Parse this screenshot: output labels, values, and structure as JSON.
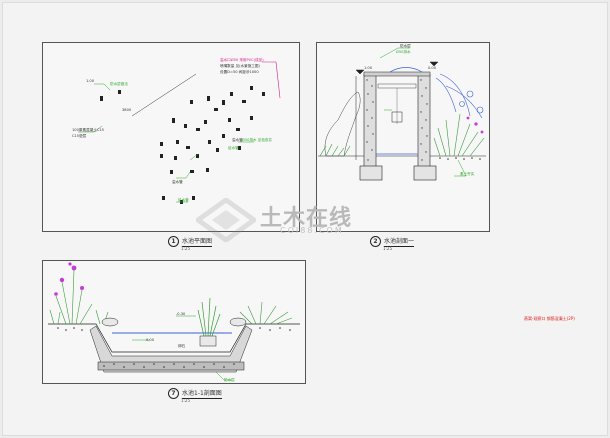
{
  "drawings": {
    "plan": {
      "number": "1",
      "title": "水池平面图",
      "scale": "1:25"
    },
    "section_a": {
      "number": "2",
      "title": "水池剖面一",
      "scale": "1:25"
    },
    "section_b": {
      "number": "7",
      "title": "水池1-1剖面图",
      "scale": "1:25"
    }
  },
  "plan_notes": {
    "top_right_1": "溢水口Ø50 采用PVC(成品)",
    "top_right_2": "喷嘴数量 见(水景施工图)",
    "top_right_3": "设置D=50 间距@1000",
    "left_1": "1.00",
    "left_2": "防水层做法",
    "left_3": "100厚素混凝土C15",
    "left_4": "C15垫层",
    "center_1": "3800",
    "mid_1": "溢水管",
    "mid_2": "给水管",
    "mid_3": "Ø50排水 至检查井",
    "bottom_1": "溢水管",
    "bottom_2": "给水管"
  },
  "section_a_notes": {
    "n1": "防水层",
    "n2": "Ø50排水",
    "n3": "1.00",
    "n4": "0.00",
    "n5": "素土夯实"
  },
  "section_b_notes": {
    "n1": "-0.30",
    "n2": "0.00",
    "n3": "卵石",
    "n4": "防水层"
  },
  "side_note": "燕窝-观察口  钢筋混凝土(2P)",
  "watermark": {
    "text": "土木在线",
    "url": "COI88.COM"
  },
  "colors": {
    "line": "#222222",
    "note_green": "#2ea82e",
    "note_magenta": "#d81b8a",
    "water": "#3b62d8",
    "plant_green": "#3a9a3a",
    "flower": "#c43bd8",
    "red": "#e0201a"
  }
}
